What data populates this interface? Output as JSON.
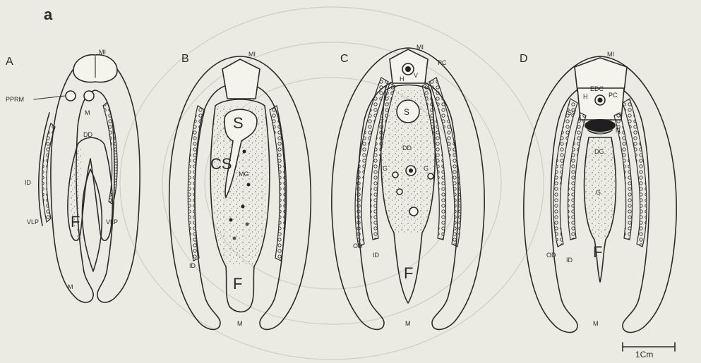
{
  "figure_label": "a",
  "panels": {
    "A": {
      "letter": "A",
      "labels": {
        "mi": "MI",
        "pprm": "PPRM",
        "m_top": "M",
        "dd": "DD",
        "id": "ID",
        "vlp_l": "VLP",
        "vlp_r": "VLP",
        "f": "F",
        "m_bottom": "M"
      }
    },
    "B": {
      "letter": "B",
      "labels": {
        "mi": "MI",
        "s": "S",
        "cs": "CS",
        "mg": "MG",
        "id": "ID",
        "f": "F",
        "m": "M"
      }
    },
    "C": {
      "letter": "C",
      "labels": {
        "mi": "MI",
        "pc": "PC",
        "h": "H",
        "v": "V",
        "s": "S",
        "dd": "DD",
        "g_l": "G",
        "g_r": "G",
        "od": "OD",
        "id": "ID",
        "f": "F",
        "m": "M"
      }
    },
    "D": {
      "letter": "D",
      "labels": {
        "mi": "MI",
        "edc": "EDC",
        "h": "H",
        "pc": "PC",
        "sv": "SV",
        "n": "N",
        "dg": "DG",
        "g": "G",
        "od": "OD",
        "id": "ID",
        "f": "F",
        "m": "M"
      }
    }
  },
  "scale_bar": "1Cm"
}
